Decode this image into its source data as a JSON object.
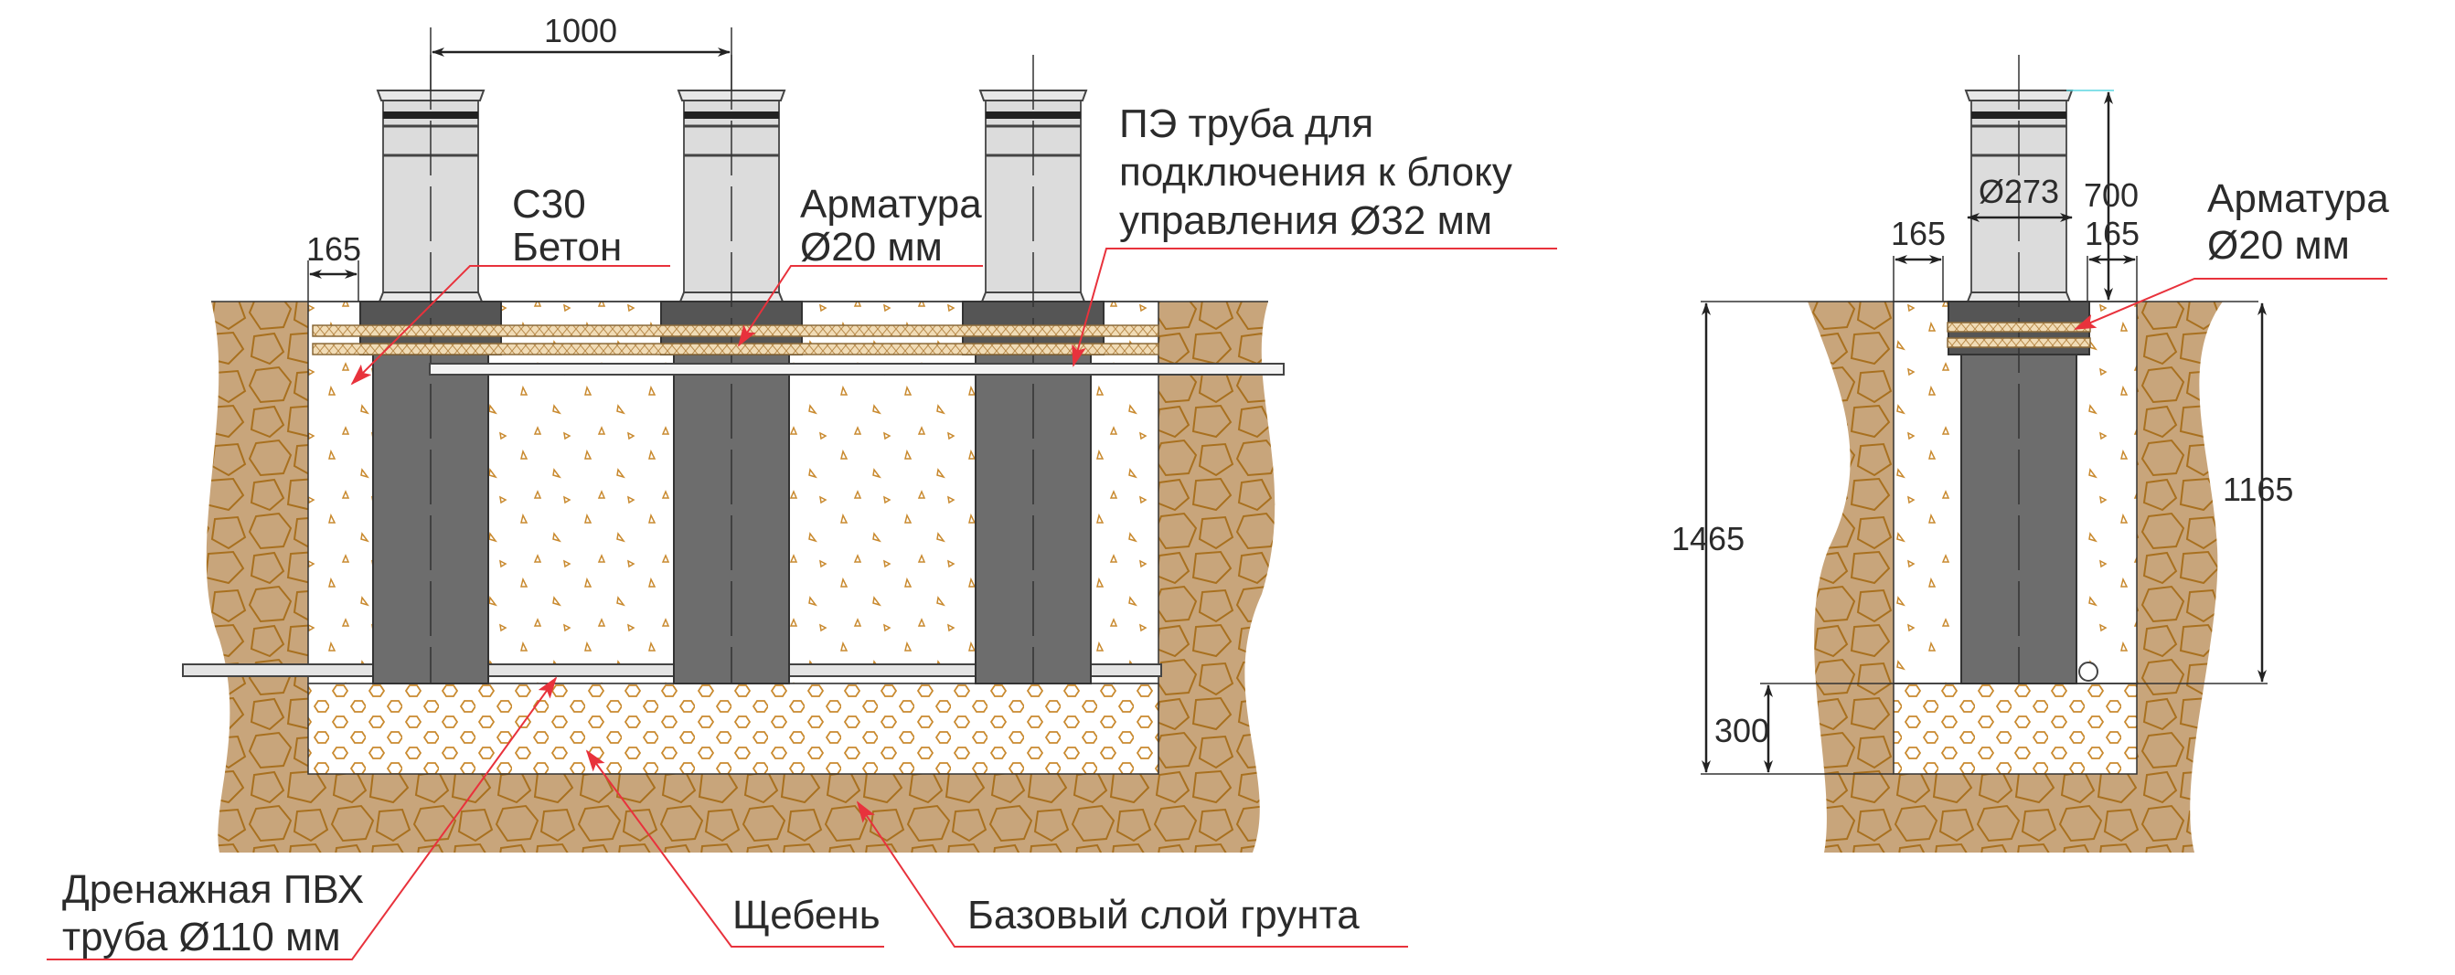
{
  "main_view": {
    "dim_spacing": "1000",
    "dim_offset": "165",
    "concrete_label_line1": "С30",
    "concrete_label_line2": "Бетон",
    "rebar_label_line1": "Арматура",
    "rebar_label_line2": "Ø20 мм",
    "pe_pipe_line1": "ПЭ труба для",
    "pe_pipe_line2": "подключения к блоку",
    "pe_pipe_line3": "управления Ø32 мм",
    "drain_line1": "Дренажная ПВХ",
    "drain_line2": "труба Ø110 мм",
    "gravel_label": "Щебень",
    "base_soil_label": "Базовый слой грунта"
  },
  "side_view": {
    "dim_diameter": "Ø273",
    "dim_above_ground": "700",
    "dim_left_offset": "165",
    "dim_right_offset": "165",
    "dim_total_depth": "1465",
    "dim_column_depth": "1165",
    "dim_gravel": "300",
    "rebar_label_line1": "Арматура",
    "rebar_label_line2": "Ø20 мм"
  },
  "colors": {
    "soil": "#c8a57b",
    "soil_stroke": "#a8701f",
    "leader": "#e8323c",
    "column": "#6d6d6d"
  }
}
